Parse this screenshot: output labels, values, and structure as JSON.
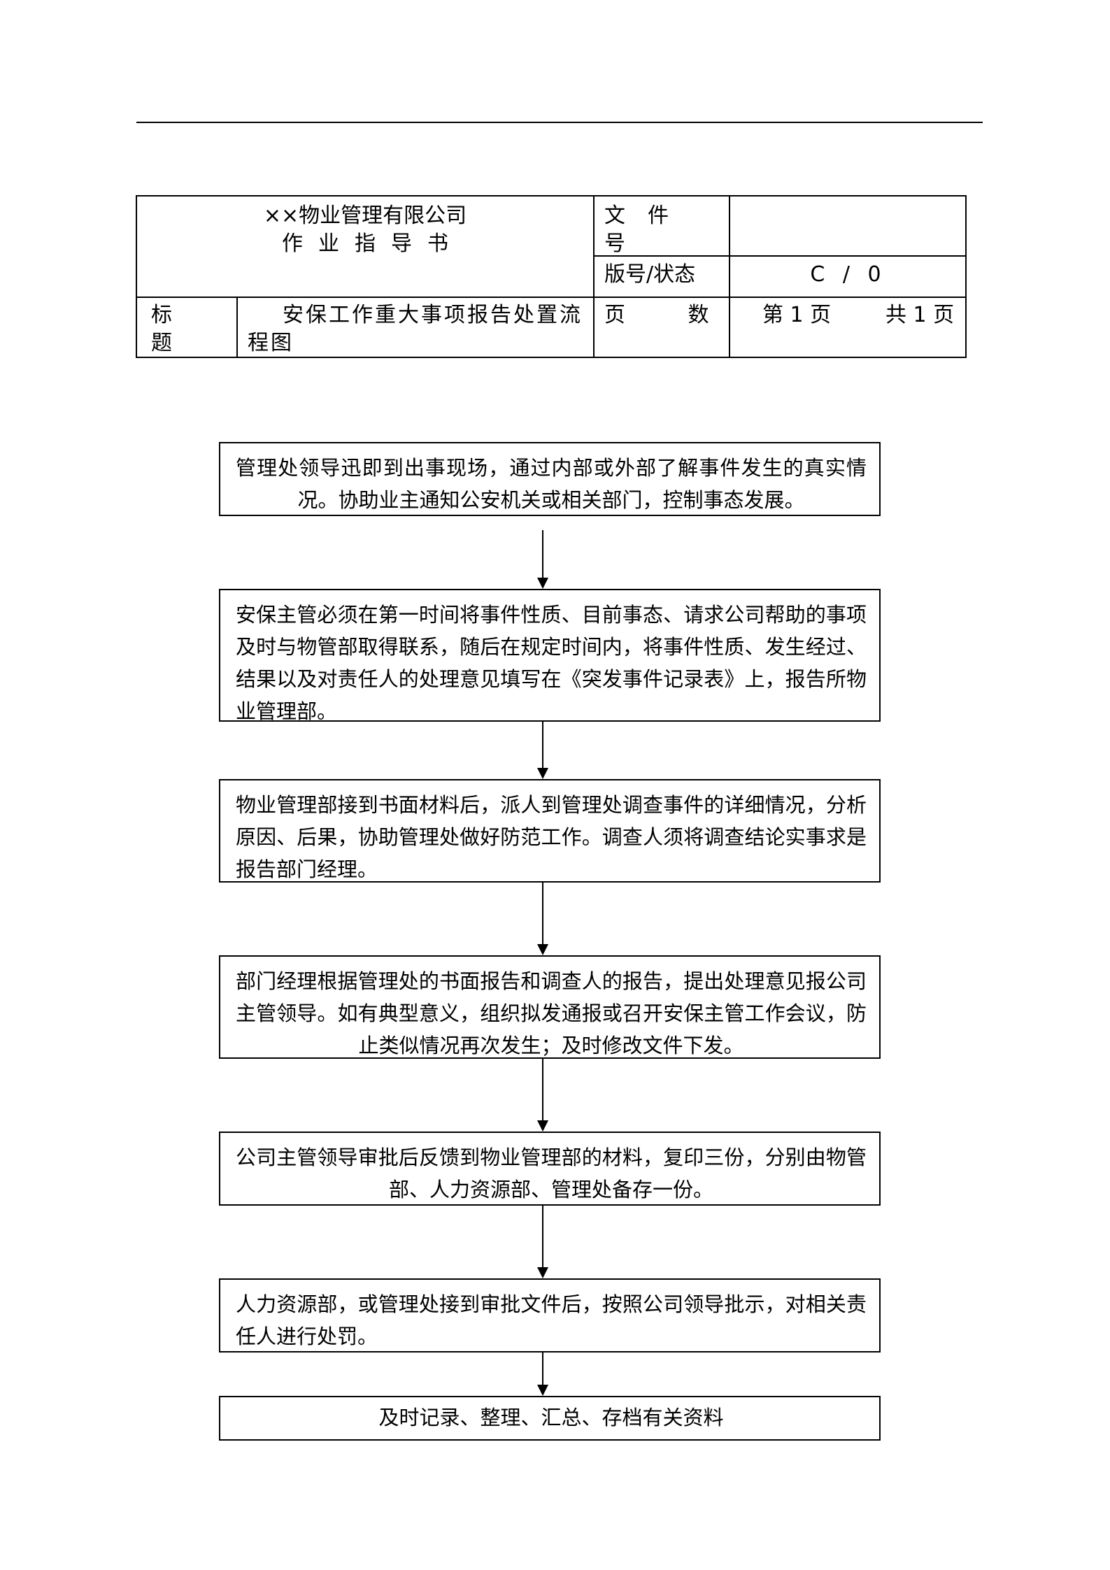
{
  "header": {
    "company": "××物业管理有限公司",
    "doc_type": "作业指导书",
    "file_no_label": "文件号",
    "file_no_value": "",
    "version_label": "版号/状态",
    "version_value": "C / 0",
    "title_label": "标题",
    "title_value": "安保工作重大事项报告处置流程图",
    "pages_label": "页 数",
    "pages_current": "第 1 页",
    "pages_total": "共 1 页"
  },
  "flow": {
    "steps": [
      "管理处领导迅即到出事现场，通过内部或外部了解事件发生的真实情况。协助业主通知公安机关或相关部门，控制事态发展。",
      "安保主管必须在第一时间将事件性质、目前事态、请求公司帮助的事项及时与物管部取得联系，随后在规定时间内，将事件性质、发生经过、结果以及对责任人的处理意见填写在《突发事件记录表》上，报告所物业管理部。",
      "物业管理部接到书面材料后，派人到管理处调查事件的详细情况，分析原因、后果，协助管理处做好防范工作。调查人须将调查结论实事求是报告部门经理。",
      "部门经理根据管理处的书面报告和调查人的报告，提出处理意见报公司主管领导。如有典型意义，组织拟发通报或召开安保主管工作会议，防止类似情况再次发生；及时修改文件下发。",
      "公司主管领导审批后反馈到物业管理部的材料，复印三份，分别由物管部、人力资源部、管理处备存一份。",
      "人力资源部，或管理处接到审批文件后，按照公司领导批示，对相关责任人进行处罚。",
      "及时记录、整理、汇总、存档有关资料"
    ]
  }
}
